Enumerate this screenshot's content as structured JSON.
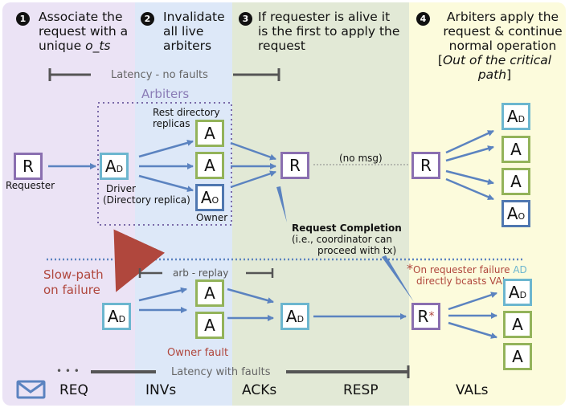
{
  "steps": [
    {
      "num": "1",
      "line1": "Associate the",
      "line2": "request with a",
      "line3_prefix": "unique ",
      "line3_italic": "o_ts"
    },
    {
      "num": "2",
      "line1": "Invalidate",
      "line2": "all live",
      "line3": "arbiters"
    },
    {
      "num": "3",
      "line1": "If requester is alive it",
      "line2": "is the first to apply the",
      "line3": "request"
    },
    {
      "num": "4",
      "line1": "Arbiters apply the",
      "line2": "request & continue",
      "line3": "normal operation",
      "line4_open": "[",
      "line4_italic": "Out of the critical path",
      "line4_close": "]"
    }
  ],
  "labels": {
    "latency_no_faults": "Latency - no faults",
    "arbiters": "Arbiters",
    "rest_replicas_1": "Rest directory",
    "rest_replicas_2": "replicas",
    "requester": "Requester",
    "driver_1": "Driver",
    "driver_2": "(Directory replica)",
    "owner": "Owner",
    "no_msg": "(no msg)",
    "completion_1": "Request Completion",
    "completion_2": "(i.e., coordinator can",
    "completion_3": "proceed with tx)",
    "slow_path_1": "Slow-path",
    "slow_path_2": "on failure",
    "arb_replay": "arb - replay",
    "owner_fault": "Owner fault",
    "latency_faults": "Latency with faults",
    "dots": "• • •",
    "failure_note_1": "On requester failure",
    "failure_note_ad": "AD",
    "failure_note_2": "directly bcasts VALs",
    "star": "*"
  },
  "nodes": {
    "R": "R",
    "A": "A",
    "AD_main": "A",
    "AD_sub": "D",
    "AO_main": "A",
    "AO_sub": "O"
  },
  "phases": [
    "REQ",
    "INVs",
    "ACKs",
    "RESP",
    "VALs"
  ],
  "colors": {
    "arrow": "#5b83c0",
    "fault_red": "#b0473d",
    "requester_border": "#8a6fb0",
    "driver_border": "#6cb6cf",
    "replica_border": "#93b35a",
    "owner_border": "#4f77b0",
    "arbiters_label": "#8a7cb6"
  }
}
